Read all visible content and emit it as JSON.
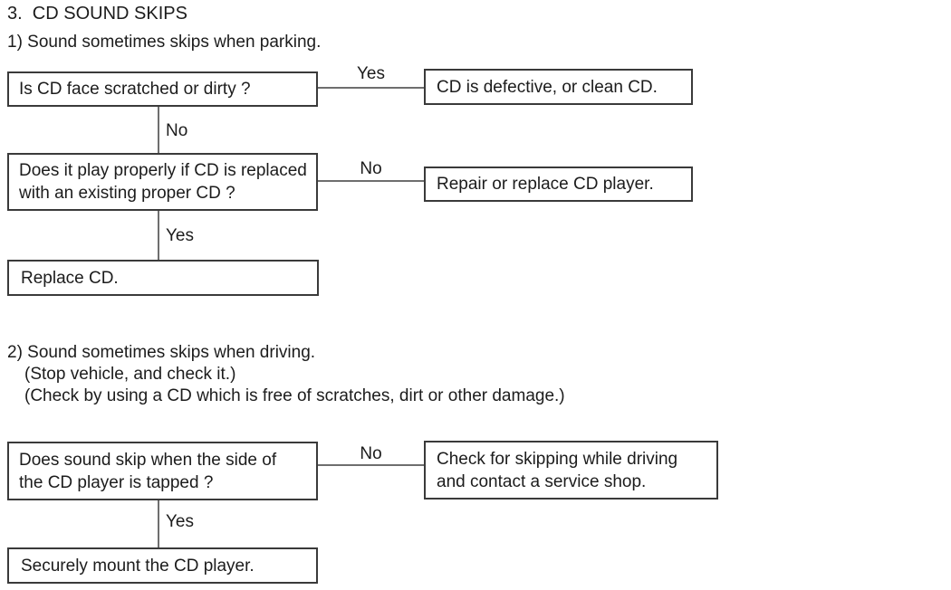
{
  "title": "3.  CD SOUND SKIPS",
  "colors": {
    "background": "#ffffff",
    "text": "#1c1c1c",
    "box_border": "#3a3a3a",
    "connector_line": "#6e6e6e"
  },
  "section1": {
    "heading": "1) Sound sometimes skips when parking.",
    "q1": {
      "text": "Is CD face scratched or dirty ?"
    },
    "yes1": {
      "label": "Yes",
      "result": "CD is defective, or clean CD."
    },
    "no1": {
      "label": "No"
    },
    "q2": {
      "line1": "Does it play properly if CD is replaced",
      "line2": "with an existing proper CD ?"
    },
    "no2": {
      "label": "No",
      "result": "Repair or replace CD player."
    },
    "yes2": {
      "label": "Yes",
      "result": "Replace CD."
    }
  },
  "section2": {
    "heading": "2) Sound sometimes skips when driving.",
    "note1": "(Stop vehicle, and check it.)",
    "note2": "(Check by using a CD which is free of scratches, dirt or other damage.)",
    "q1": {
      "line1": "Does sound skip when the side of",
      "line2": "the CD player is tapped ?"
    },
    "no1": {
      "label": "No",
      "result_line1": "Check for skipping while driving",
      "result_line2": "and contact a service shop."
    },
    "yes1": {
      "label": "Yes",
      "result": "Securely mount the CD player."
    }
  }
}
